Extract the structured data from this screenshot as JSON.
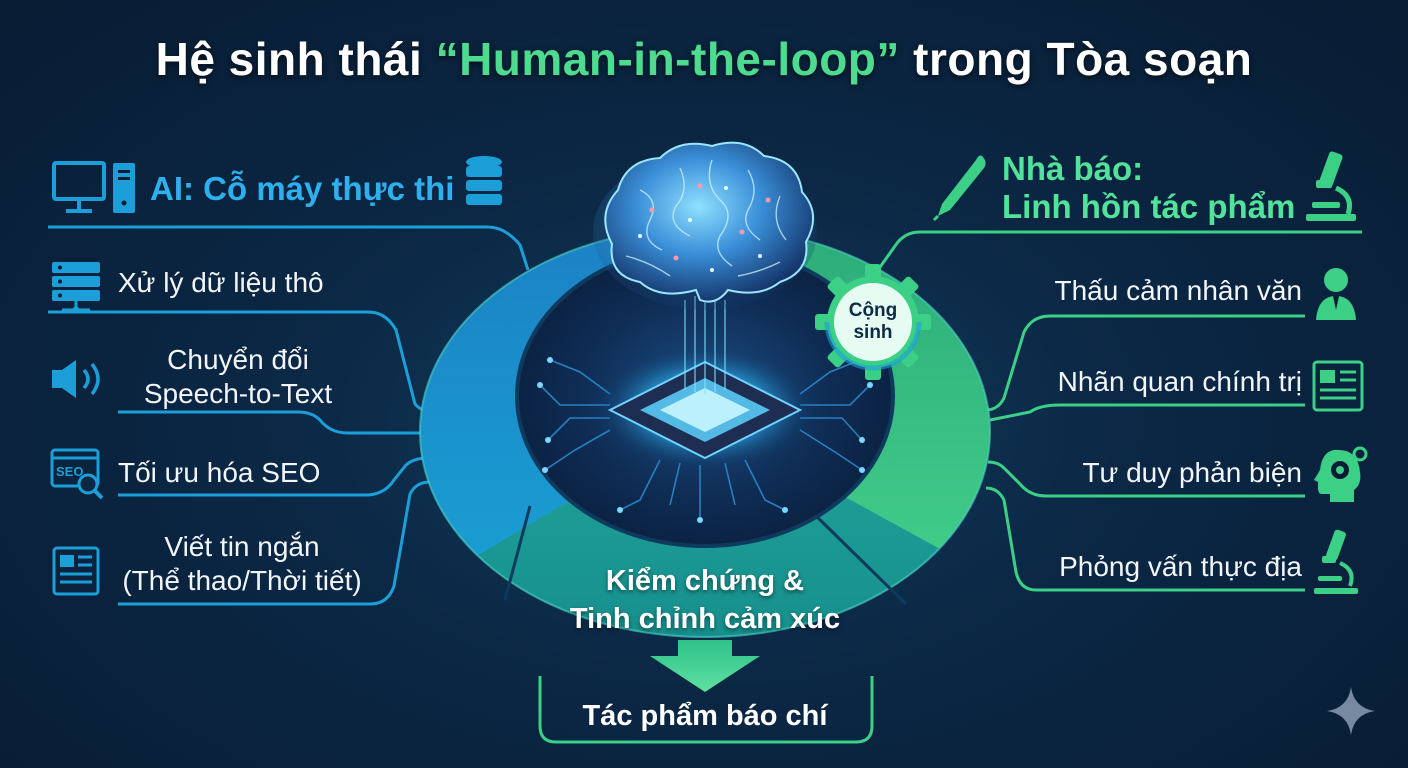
{
  "title": {
    "prefix": "Hệ sinh thái ",
    "highlight": "“Human-in-the-loop”",
    "suffix": " trong Tòa soạn"
  },
  "left": {
    "header": "AI: Cỗ máy thực thi",
    "items": [
      {
        "line1": "Xử lý dữ liệu thô",
        "line2": ""
      },
      {
        "line1": "Chuyển đổi",
        "line2": "Speech-to-Text"
      },
      {
        "line1": "Tối ưu hóa SEO",
        "line2": ""
      },
      {
        "line1": "Viết tin ngắn",
        "line2": "(Thể thao/Thời tiết)"
      }
    ],
    "seo_icon_text": "SEO"
  },
  "right": {
    "header_line1": "Nhà báo:",
    "header_line2": "Linh hồn tác phẩm",
    "items": [
      "Thấu cảm nhân văn",
      "Nhãn quan chính trị",
      "Tư duy phản biện",
      "Phỏng vấn thực địa"
    ]
  },
  "center": {
    "gear_line1": "Cộng",
    "gear_line2": "sinh",
    "bottom_line1": "Kiểm chứng &",
    "bottom_line2": "Tinh chỉnh cảm xúc",
    "output": "Tác phẩm báo chí"
  },
  "colors": {
    "ai_blue": "#1c9fd8",
    "journalist_green": "#3ccf86",
    "teal_center": "#1a8f86",
    "background": "#0b2744"
  }
}
